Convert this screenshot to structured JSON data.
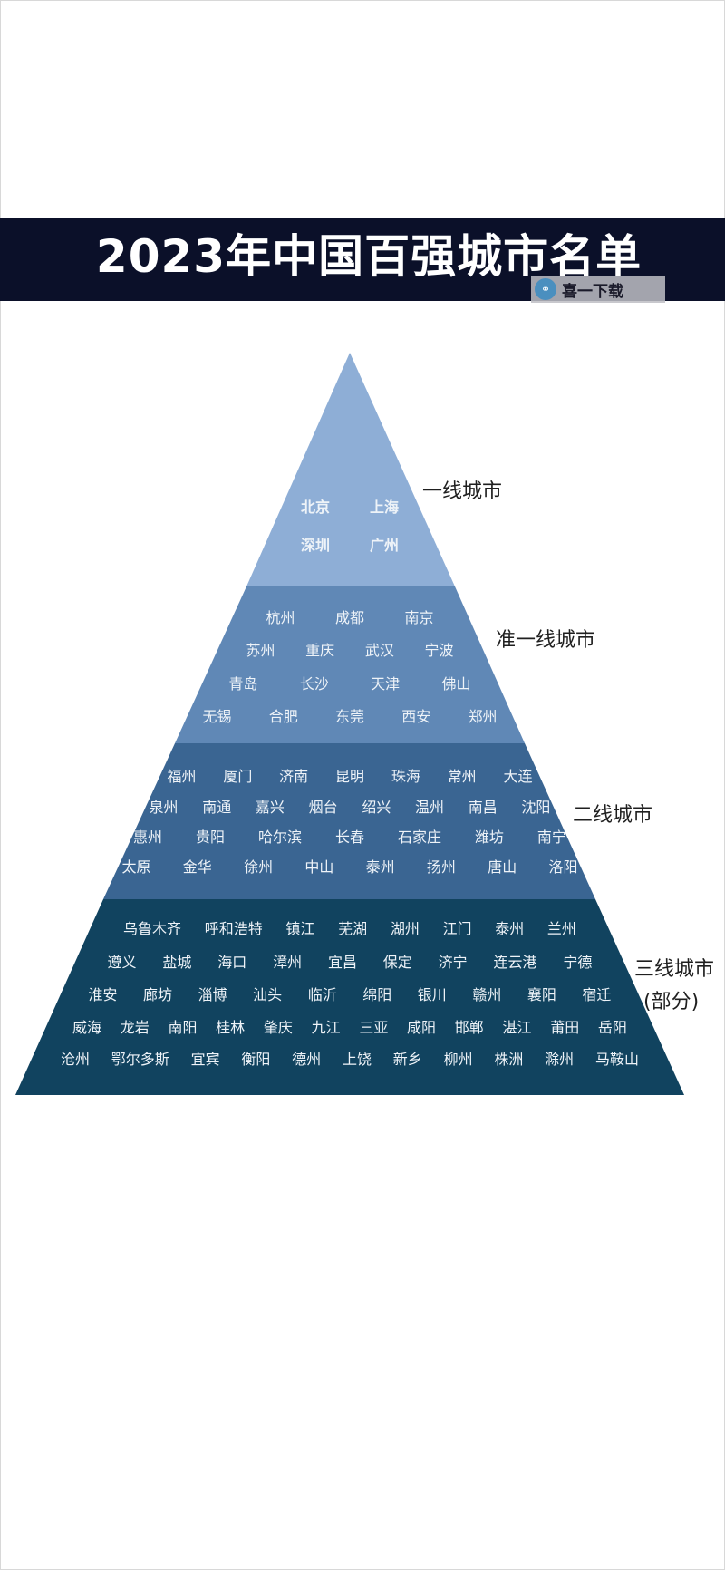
{
  "title": "2023年中国百强城市名单",
  "watermark": {
    "icon": "logo-icon",
    "text": "喜一下载"
  },
  "colors": {
    "header": "#0b1029",
    "tier1": "#8eaed6",
    "tier2": "#6088b6",
    "tier3": "#3a6592",
    "tier4": "#11435f"
  },
  "tiers": [
    {
      "label": "一线城市",
      "rows": [
        [
          "北京",
          "上海"
        ],
        [
          "深圳",
          "广州"
        ]
      ]
    },
    {
      "label": "准一线城市",
      "rows": [
        [
          "杭州",
          "成都",
          "南京"
        ],
        [
          "苏州",
          "重庆",
          "武汉",
          "宁波"
        ],
        [
          "青岛",
          "长沙",
          "天津",
          "佛山"
        ],
        [
          "无锡",
          "合肥",
          "东莞",
          "西安",
          "郑州"
        ]
      ]
    },
    {
      "label": "二线城市",
      "rows": [
        [
          "福州",
          "厦门",
          "济南",
          "昆明",
          "珠海",
          "常州",
          "大连"
        ],
        [
          "泉州",
          "南通",
          "嘉兴",
          "烟台",
          "绍兴",
          "温州",
          "南昌",
          "沈阳"
        ],
        [
          "惠州",
          "贵阳",
          "哈尔滨",
          "长春",
          "石家庄",
          "潍坊",
          "南宁"
        ],
        [
          "太原",
          "金华",
          "徐州",
          "中山",
          "泰州",
          "扬州",
          "唐山",
          "洛阳"
        ]
      ]
    },
    {
      "label": "三线城市",
      "sublabel": "(部分)",
      "rows": [
        [
          "乌鲁木齐",
          "呼和浩特",
          "镇江",
          "芜湖",
          "湖州",
          "江门",
          "泰州",
          "兰州"
        ],
        [
          "遵义",
          "盐城",
          "海口",
          "漳州",
          "宜昌",
          "保定",
          "济宁",
          "连云港",
          "宁德"
        ],
        [
          "淮安",
          "廊坊",
          "淄博",
          "汕头",
          "临沂",
          "绵阳",
          "银川",
          "赣州",
          "襄阳",
          "宿迁"
        ],
        [
          "威海",
          "龙岩",
          "南阳",
          "桂林",
          "肇庆",
          "九江",
          "三亚",
          "咸阳",
          "邯郸",
          "湛江",
          "莆田",
          "岳阳"
        ],
        [
          "沧州",
          "鄂尔多斯",
          "宜宾",
          "衡阳",
          "德州",
          "上饶",
          "新乡",
          "柳州",
          "株洲",
          "滁州",
          "马鞍山"
        ]
      ]
    }
  ]
}
